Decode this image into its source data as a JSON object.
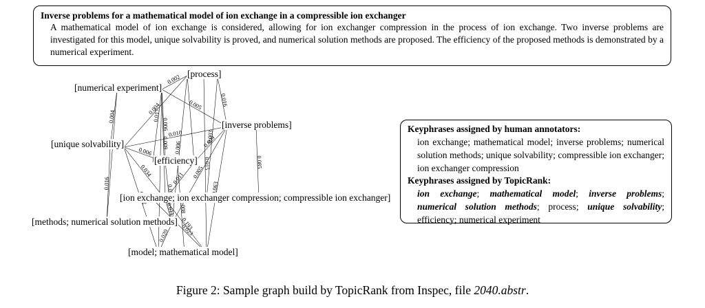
{
  "abstract": {
    "title": "Inverse problems for a mathematical model of ion exchange in a compressible ion exchanger",
    "body": "A mathematical model of ion exchange is considered, allowing for ion exchanger compression in the process of ion exchange. Two inverse problems are investigated for this model, unique solvability is proved, and numerical solution methods are proposed. The efficiency of the proposed methods is demonstrated by a numerical experiment."
  },
  "graph": {
    "nodes": [
      {
        "id": "process",
        "label": "[process]"
      },
      {
        "id": "numexp",
        "label": "[numerical experiment]"
      },
      {
        "id": "inverse",
        "label": "[inverse problems]"
      },
      {
        "id": "unique",
        "label": "[unique solvability]"
      },
      {
        "id": "efficiency",
        "label": "[efficiency]"
      },
      {
        "id": "ion",
        "label": "[ion exchange; ion exchanger compression; compressible ion exchanger]"
      },
      {
        "id": "methods",
        "label": "[methods; numerical solution methods]"
      },
      {
        "id": "model",
        "label": "[model; mathematical model]"
      }
    ],
    "edges": [
      {
        "source": "numexp",
        "target": "process",
        "weight": "0.002"
      },
      {
        "source": "numexp",
        "target": "unique",
        "weight": "0.004"
      },
      {
        "source": "numexp",
        "target": "inverse",
        "weight": "0.005"
      },
      {
        "source": "numexp",
        "target": "ion",
        "weight": "0.009"
      },
      {
        "source": "numexp",
        "target": "efficiency",
        "weight": "0.006"
      },
      {
        "source": "numexp",
        "target": "model",
        "weight": ""
      },
      {
        "source": "numexp",
        "target": "methods",
        "weight": ""
      },
      {
        "source": "process",
        "target": "unique",
        "weight": "0.004"
      },
      {
        "source": "process",
        "target": "inverse",
        "weight": "0.016"
      },
      {
        "source": "process",
        "target": "ion",
        "weight": "0.003"
      },
      {
        "source": "process",
        "target": "model",
        "weight": "0.015"
      },
      {
        "source": "process",
        "target": "methods",
        "weight": "0.006"
      },
      {
        "source": "process",
        "target": "efficiency",
        "weight": ""
      },
      {
        "source": "unique",
        "target": "inverse",
        "weight": "0.010"
      },
      {
        "source": "unique",
        "target": "efficiency",
        "weight": "0.006"
      },
      {
        "source": "unique",
        "target": "methods",
        "weight": "0.016"
      },
      {
        "source": "unique",
        "target": "ion",
        "weight": "0.034"
      },
      {
        "source": "unique",
        "target": "model",
        "weight": "0.022"
      },
      {
        "source": "inverse",
        "target": "efficiency",
        "weight": "0.009"
      },
      {
        "source": "inverse",
        "target": "methods",
        "weight": "0.005"
      },
      {
        "source": "inverse",
        "target": "ion",
        "weight": "0.085"
      },
      {
        "source": "inverse",
        "target": "model",
        "weight": "0.063"
      },
      {
        "source": "efficiency",
        "target": "ion",
        "weight": "0.011"
      },
      {
        "source": "efficiency",
        "target": "methods",
        "weight": "0.033"
      },
      {
        "source": "efficiency",
        "target": "model",
        "weight": "0.008"
      },
      {
        "source": "efficiency",
        "target": "numexp",
        "weight": "0.017"
      },
      {
        "source": "methods",
        "target": "ion",
        "weight": "0.011"
      },
      {
        "source": "methods",
        "target": "model",
        "weight": "0.020"
      },
      {
        "source": "ion",
        "target": "model",
        "weight": "0.193"
      },
      {
        "source": "ion",
        "target": "model",
        "weight": "0.023"
      }
    ]
  },
  "keyphrases": {
    "human_heading": "Keyphrases assigned by human annotators:",
    "human_list": "ion exchange; mathematical model; inverse problems; numerical solution methods; unique solvability; compressible ion exchanger; ion exchanger compression",
    "topicrank_heading": "Keyphrases assigned by TopicRank:",
    "topicrank_items": [
      {
        "text": "ion exchange",
        "matched": true
      },
      {
        "text": "mathematical model",
        "matched": true
      },
      {
        "text": "inverse problems",
        "matched": true
      },
      {
        "text": "numerical solution methods",
        "matched": true
      },
      {
        "text": "process",
        "matched": false
      },
      {
        "text": "unique solvability",
        "matched": true
      },
      {
        "text": "efficiency",
        "matched": false
      },
      {
        "text": "numerical experiment",
        "matched": false
      }
    ]
  },
  "caption": {
    "prefix": "Figure 2: Sample graph build by TopicRank from Inspec, file ",
    "file": "2040.abstr",
    "suffix": "."
  }
}
